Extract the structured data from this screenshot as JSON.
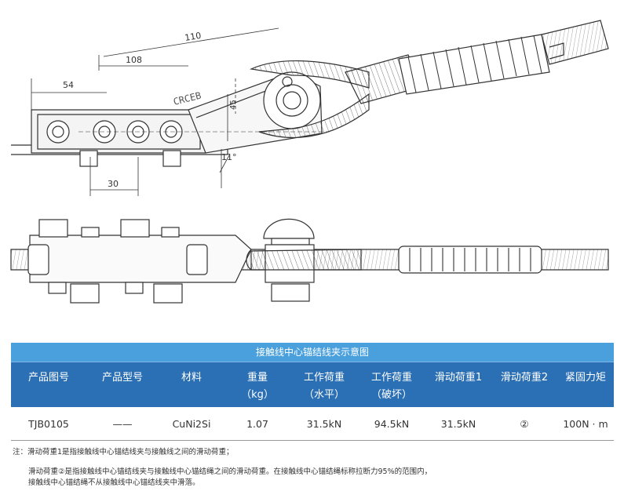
{
  "drawing": {
    "dimensions": {
      "d110": "110",
      "d108": "108",
      "d54": "54",
      "d30": "30",
      "d11deg": "11°",
      "d45": "45"
    },
    "brand_text": "CRCEB",
    "colors": {
      "line": "#333333",
      "table_title_bg": "#4aa0dc",
      "table_head_bg": "#2b6fb4"
    }
  },
  "table": {
    "title": "接触线中心锚结线夹示意图",
    "headers": [
      [
        "产品图号"
      ],
      [
        "产品型号"
      ],
      [
        "材料"
      ],
      [
        "重量",
        "（kg）"
      ],
      [
        "工作荷重",
        "（水平）"
      ],
      [
        "工作荷重",
        "（破坏）"
      ],
      [
        "滑动荷重1"
      ],
      [
        "滑动荷重2"
      ],
      [
        "紧固力矩"
      ]
    ],
    "row": [
      "TJB0105",
      "——",
      "CuNi2Si",
      "1.07",
      "31.5kN",
      "94.5kN",
      "31.5kN",
      "②",
      "100N · m"
    ]
  },
  "notes": {
    "note1": "注：滑动荷重1是指接触线中心锚结线夹与接触线之间的滑动荷重；",
    "note2_line1": "滑动荷重②是指接触线中心锚结线夹与接触线中心锚结绳之间的滑动荷重。在接触线中心锚结绳标称拉断力95%的范围内，",
    "note2_line2": "接触线中心锚结绳不从接触线中心锚结线夹中滑落。"
  }
}
